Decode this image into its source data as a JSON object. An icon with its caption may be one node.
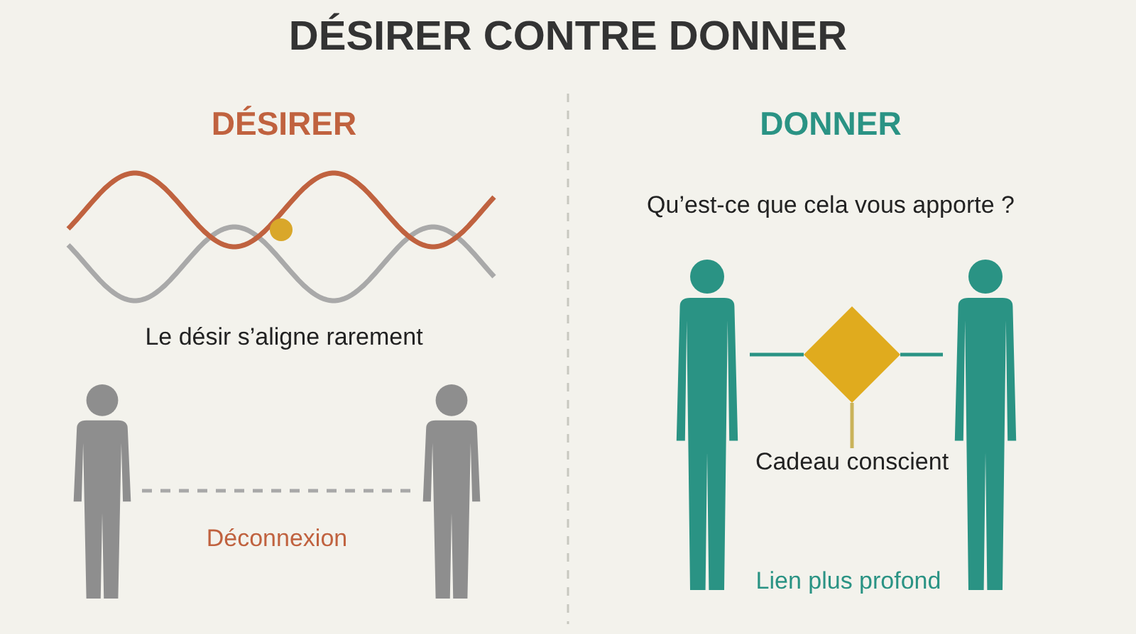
{
  "diagram": {
    "title": "DÉSIRER CONTRE DONNER",
    "nodes": [
      {
        "text": [],
        "shape": "person"
      },
      {
        "text": [],
        "shape": "person"
      },
      {
        "text": [],
        "shape": "person"
      },
      {
        "text": [],
        "shape": "diamond"
      },
      {
        "text": [],
        "shape": "person"
      },
      {
        "text": [
          "Cadeau conscient"
        ]
      }
    ],
    "edges": [
      {
        "from": 0,
        "to": 1,
        "arrow": "none",
        "style": "dashed",
        "color": "#a8a8a8",
        "label": "Déconnexion"
      },
      {
        "from": 2,
        "to": 3,
        "arrow": "none"
      },
      {
        "from": 3,
        "to": 4,
        "arrow": "none"
      },
      {
        "from": 3,
        "to": 5,
        "arrow": "none",
        "color": "#c9b35a"
      }
    ],
    "labels": [
      "DÉSIRER",
      "Le désir s’aligne rarement",
      "DONNER",
      "Qu’est-ce que cela vous apporte ?",
      "Lien plus profond"
    ]
  }
}
